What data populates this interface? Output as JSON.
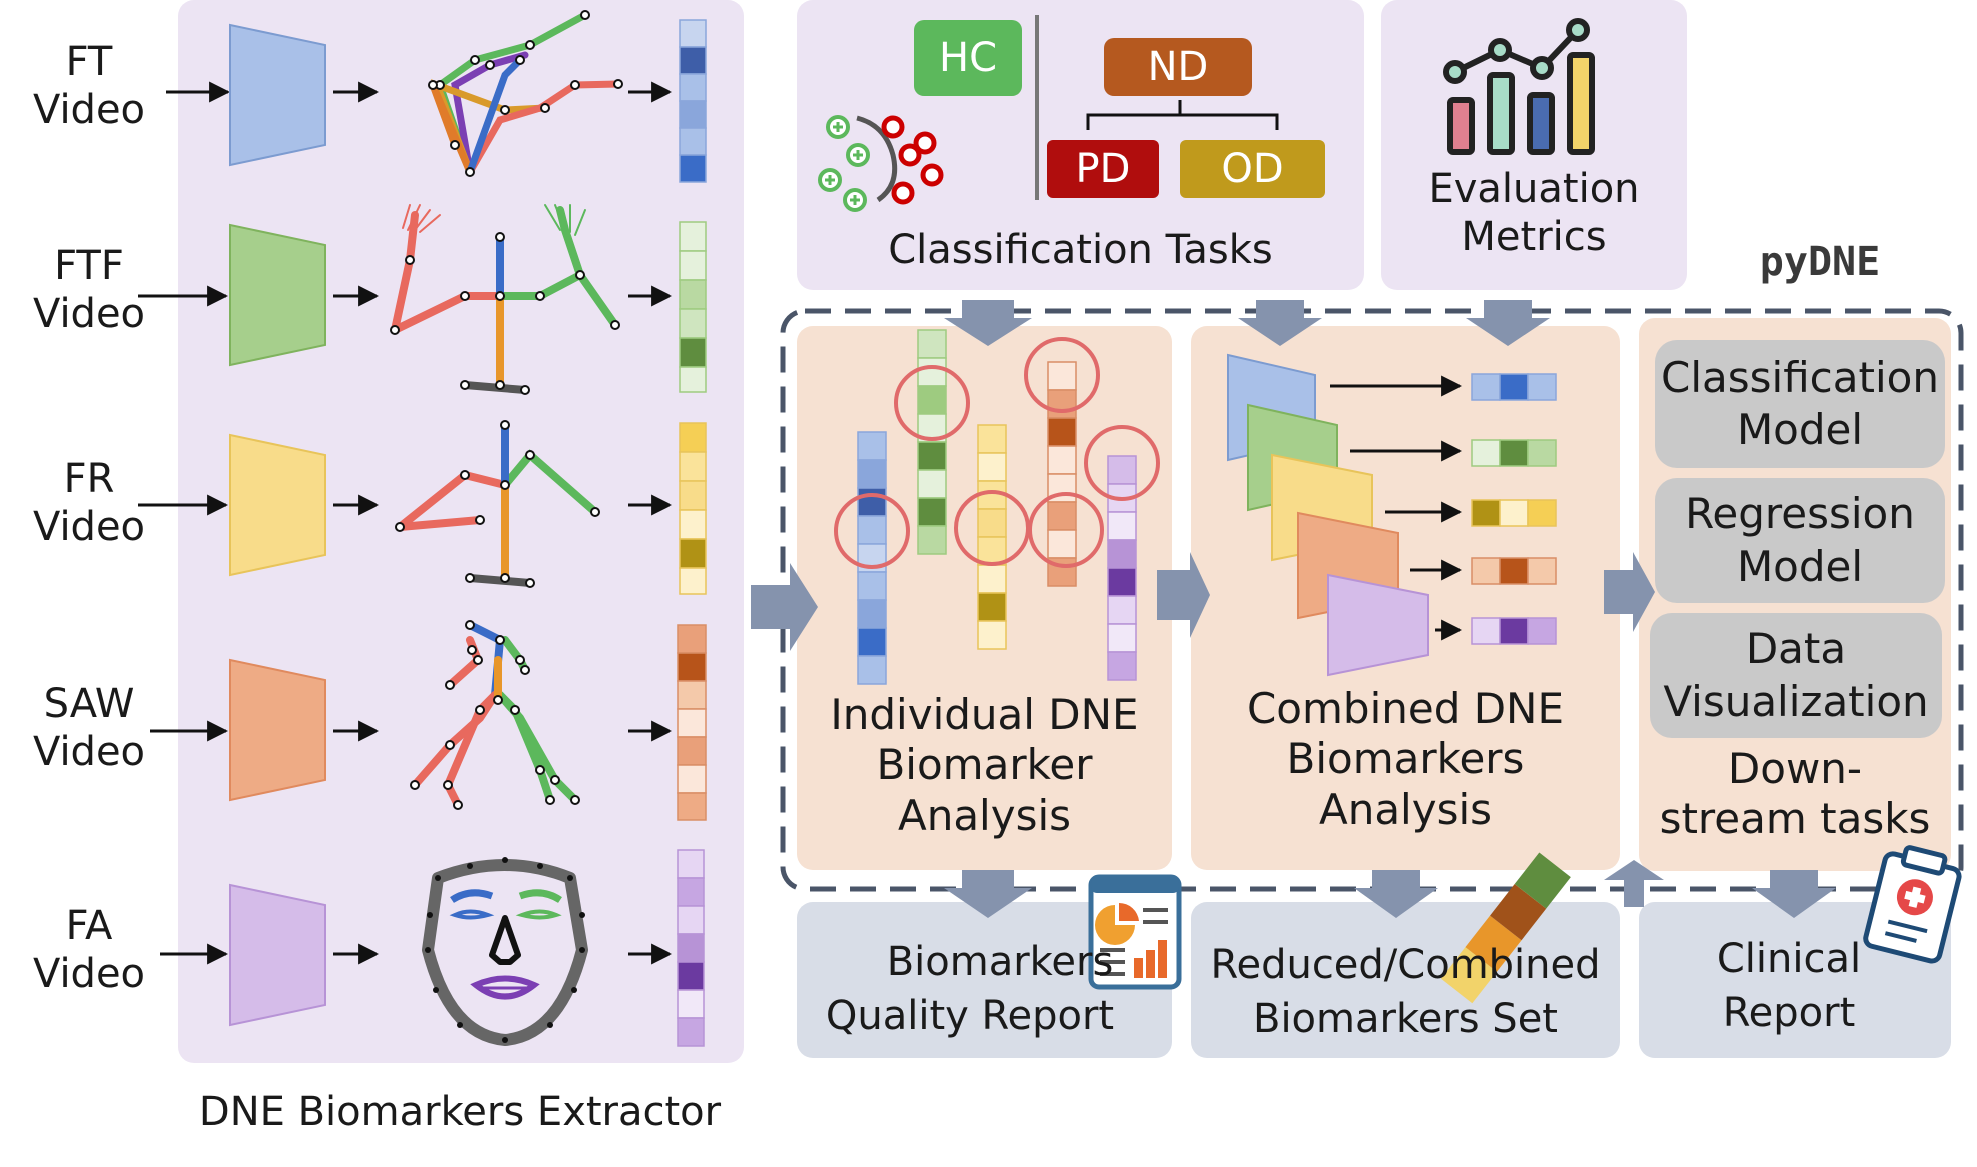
{
  "extractor": {
    "title": "DNE Biomarkers Extractor",
    "videos": [
      {
        "line1": "FT",
        "line2": "Video"
      },
      {
        "line1": "FTF",
        "line2": "Video"
      },
      {
        "line1": "FR",
        "line2": "Video"
      },
      {
        "line1": "SAW",
        "line2": "Video"
      },
      {
        "line1": "FA",
        "line2": "Video"
      }
    ]
  },
  "classification": {
    "title": "Classification Tasks",
    "hc": "HC",
    "nd": "ND",
    "pd": "PD",
    "od": "OD"
  },
  "evaluation": {
    "line1": "Evaluation",
    "line2": "Metrics"
  },
  "brand": "pyDNE",
  "individual": {
    "line1": "Individual DNE",
    "line2": "Biomarker",
    "line3": "Analysis"
  },
  "combined": {
    "line1": "Combined DNE",
    "line2": "Biomarkers",
    "line3": "Analysis"
  },
  "downstream": {
    "classification_model": {
      "line1": "Classification",
      "line2": "Model"
    },
    "regression_model": {
      "line1": "Regression",
      "line2": "Model"
    },
    "data_visualization": {
      "line1": "Data",
      "line2": "Visualization"
    },
    "title": {
      "line1": "Down-",
      "line2": "stream tasks"
    }
  },
  "outputs": {
    "quality_report": {
      "line1": "Biomarkers",
      "line2": "Quality Report"
    },
    "reduced_set": {
      "line1": "Reduced/Combined",
      "line2": "Biomarkers Set"
    },
    "clinical_report": {
      "line1": "Clinical",
      "line2": "Report"
    }
  },
  "colors": {
    "ft": "#6f9ad6",
    "ftf": "#8cc06a",
    "fr": "#f2c94c",
    "saw": "#e59a6c",
    "fa": "#b98fd8",
    "hc": "#5cb85c",
    "nd": "#b5591f",
    "pd": "#b00d0d",
    "od": "#c09a1c",
    "extractor_bg": "#ece4f3",
    "analysis_bg": "#f6e1d2",
    "output_bg": "#d8dde7",
    "arrow": "#8593ad"
  },
  "icons": [
    "classifier-scatter-icon",
    "bar-chart-icon",
    "report-chart-icon",
    "color-stack-icon",
    "clipboard-medical-icon"
  ]
}
